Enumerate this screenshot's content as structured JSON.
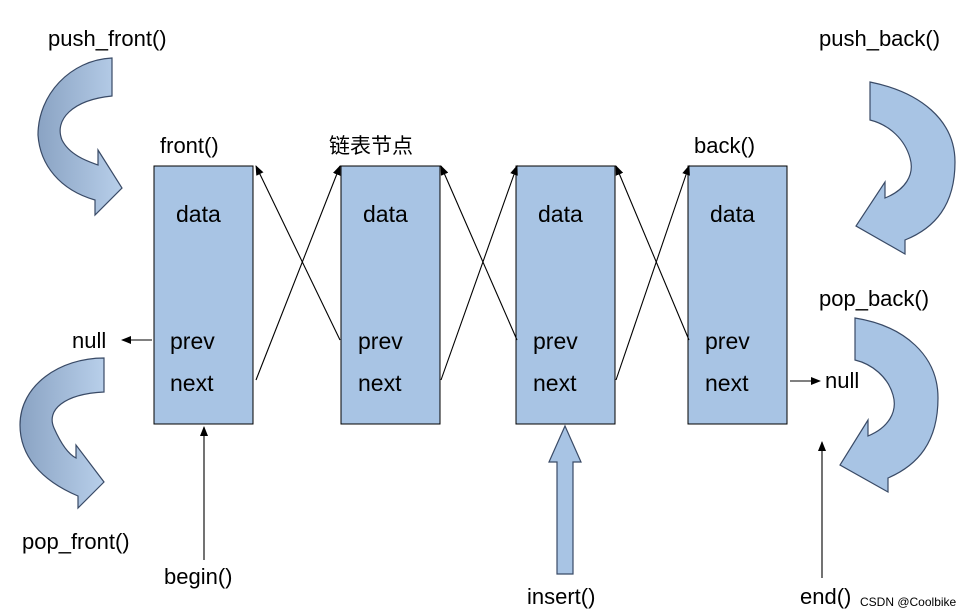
{
  "labels": {
    "push_front": "push_front()",
    "pop_front": "pop_front()",
    "push_back": "push_back()",
    "pop_back": "pop_back()",
    "front": "front()",
    "node_caption": "链表节点",
    "back": "back()",
    "null_left": "null",
    "null_right": "null",
    "begin": "begin()",
    "insert": "insert()",
    "end": "end()"
  },
  "nodes": [
    {
      "data": "data",
      "prev": "prev",
      "next": "next"
    },
    {
      "data": "data",
      "prev": "prev",
      "next": "next"
    },
    {
      "data": "data",
      "prev": "prev",
      "next": "next"
    },
    {
      "data": "data",
      "prev": "prev",
      "next": "next"
    }
  ],
  "watermark": "CSDN @Coolbike",
  "colors": {
    "node_fill": "#a8c4e4",
    "curved_arrow_fill": "#a8c4e4",
    "curved_arrow_dark": "#7a93b4",
    "stroke": "#000000"
  }
}
